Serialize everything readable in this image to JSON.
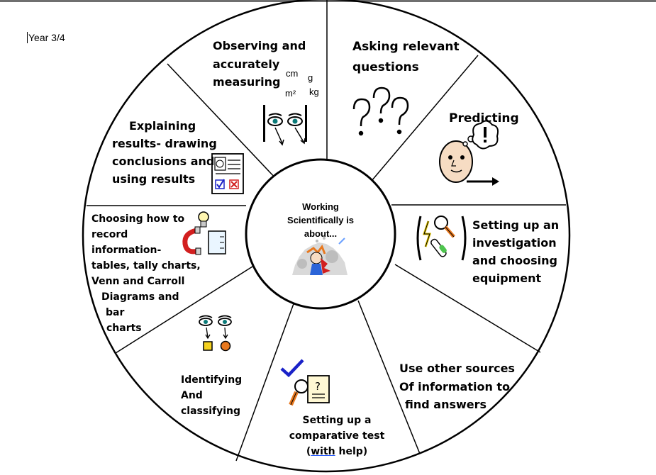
{
  "header": {
    "grade": "Year 3/4"
  },
  "center": {
    "lines": [
      "Working",
      "Scientifically is",
      "about..."
    ]
  },
  "segments": [
    {
      "id": "observing",
      "lines": [
        "Observing and",
        "accurately",
        "measuring"
      ]
    },
    {
      "id": "asking",
      "lines": [
        "Asking relevant",
        "questions"
      ]
    },
    {
      "id": "predicting",
      "lines": [
        "Predicting"
      ]
    },
    {
      "id": "setting-up",
      "lines": [
        "Setting up an",
        "investigation",
        "and choosing",
        "equipment"
      ]
    },
    {
      "id": "other-sources",
      "lines": [
        "Use other sources",
        "Of information to",
        "find answers"
      ]
    },
    {
      "id": "comparative",
      "lines": [
        "Setting up a",
        "comparative test"
      ],
      "help_prefix": "(",
      "help_word": "with",
      "help_suffix": " help)"
    },
    {
      "id": "identifying",
      "lines": [
        "Identifying",
        "And",
        "classifying"
      ]
    },
    {
      "id": "recording",
      "lines": [
        "Choosing how to",
        "record",
        "information-",
        "tables, tally charts,",
        "Venn and Carroll",
        "Diagrams and",
        "bar",
        "charts"
      ]
    },
    {
      "id": "explaining",
      "lines": [
        "Explaining",
        "results- drawing",
        "conclusions and",
        "using results"
      ]
    }
  ],
  "measure_units": [
    "cm",
    "g",
    "m²",
    "kg"
  ],
  "icons": [
    "eyes-ruler-icon",
    "question-marks-icon",
    "thinking-face-icon",
    "magnifier-test-tube-icon",
    "magnet-beaker-icon",
    "eyes-shapes-icon",
    "checkmark-magnifier-icon",
    "results-document-icon",
    "scientist-icon"
  ],
  "colors": {
    "line": "#000000",
    "tick": "#1a22c8",
    "orange": "#e8781e",
    "yellow": "#f5d21f"
  }
}
